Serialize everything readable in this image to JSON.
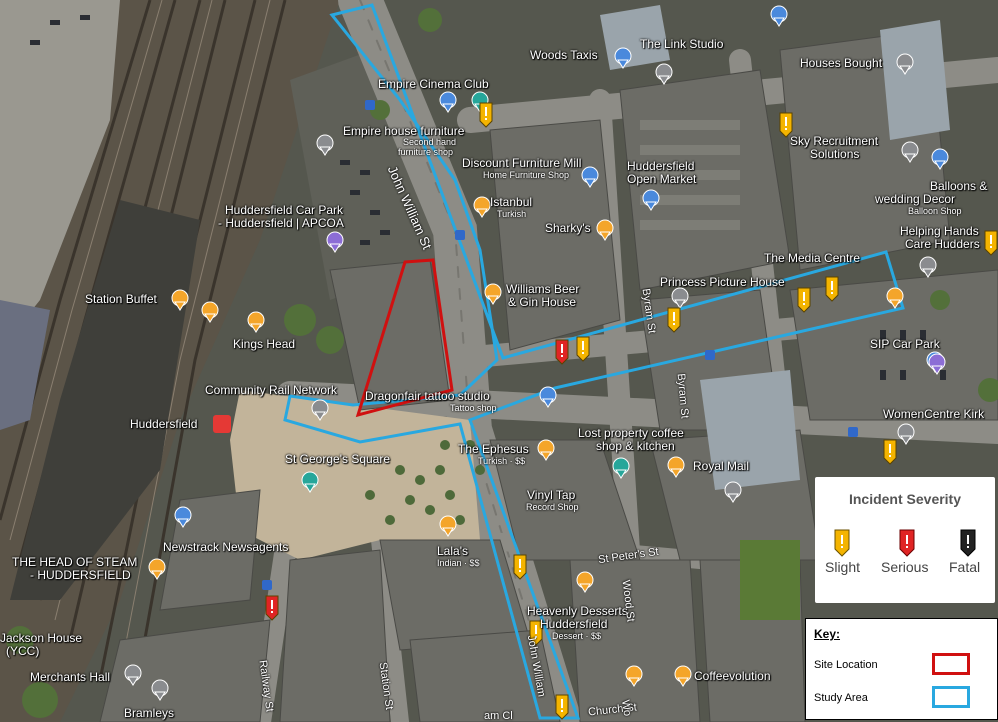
{
  "map": {
    "place_labels": [
      {
        "id": "empire-cinema-club",
        "text": "Empire Cinema Club"
      },
      {
        "id": "woods-taxis",
        "text": "Woods Taxis"
      },
      {
        "id": "the-link-studio",
        "text": "The Link Studio"
      },
      {
        "id": "houses-bought",
        "text": "Houses Bought"
      },
      {
        "id": "empire-house-furniture",
        "text": "Empire house furniture"
      },
      {
        "id": "sky-recruitment",
        "text": "Sky Recruitment"
      },
      {
        "id": "solutions",
        "text": "Solutions"
      },
      {
        "id": "discount-furniture-mill",
        "text": "Discount Furniture Mill"
      },
      {
        "id": "huddersfield-market-1",
        "text": "Huddersfield"
      },
      {
        "id": "huddersfield-market-2",
        "text": "Open Market"
      },
      {
        "id": "istanbul",
        "text": "Istanbul"
      },
      {
        "id": "balloons-1",
        "text": "Balloons &"
      },
      {
        "id": "balloons-2",
        "text": "wedding Decor"
      },
      {
        "id": "car-park-1",
        "text": "Huddersfield Car Park"
      },
      {
        "id": "car-park-2",
        "text": "- Huddersfield | APCOA"
      },
      {
        "id": "sharkys",
        "text": "Sharky's"
      },
      {
        "id": "helping-hands-1",
        "text": "Helping Hands"
      },
      {
        "id": "helping-hands-2",
        "text": "Care Hudders"
      },
      {
        "id": "media-centre",
        "text": "The Media Centre"
      },
      {
        "id": "princess-picture-house",
        "text": "Princess Picture House"
      },
      {
        "id": "station-buffet",
        "text": "Station Buffet"
      },
      {
        "id": "williams-beer-1",
        "text": "Williams Beer"
      },
      {
        "id": "williams-beer-2",
        "text": "& Gin House"
      },
      {
        "id": "kings-head",
        "text": "Kings Head"
      },
      {
        "id": "sip-car-park",
        "text": "SIP Car Park"
      },
      {
        "id": "community-rail",
        "text": "Community Rail Network"
      },
      {
        "id": "huddersfield-station",
        "text": "Huddersfield"
      },
      {
        "id": "dragonfair",
        "text": "Dragonfair tattoo studio"
      },
      {
        "id": "womencentre",
        "text": "WomenCentre Kirk"
      },
      {
        "id": "lost-property-1",
        "text": "Lost property coffee"
      },
      {
        "id": "lost-property-2",
        "text": "shop & kitchen"
      },
      {
        "id": "the-ephesus",
        "text": "The Ephesus"
      },
      {
        "id": "st-georges-square",
        "text": "St George's Square"
      },
      {
        "id": "royal-mail",
        "text": "Royal Mail"
      },
      {
        "id": "vinyl-tap",
        "text": "Vinyl Tap"
      },
      {
        "id": "newstrack",
        "text": "Newstrack Newsagents"
      },
      {
        "id": "lalas",
        "text": "Lala's"
      },
      {
        "id": "head-of-steam-1",
        "text": "THE HEAD OF STEAM"
      },
      {
        "id": "head-of-steam-2",
        "text": "- HUDDERSFIELD"
      },
      {
        "id": "heavenly-1",
        "text": "Heavenly Desserts"
      },
      {
        "id": "heavenly-2",
        "text": "Huddersfield"
      },
      {
        "id": "jackson-house-1",
        "text": "Jackson House"
      },
      {
        "id": "jackson-house-2",
        "text": "(YCC)"
      },
      {
        "id": "merchants-hall",
        "text": "Merchants Hall"
      },
      {
        "id": "coffeevolution",
        "text": "Coffeevolution"
      },
      {
        "id": "bramleys",
        "text": "Bramleys"
      }
    ],
    "sub_labels": [
      {
        "id": "second-hand",
        "text": "Second hand"
      },
      {
        "id": "furniture-shop",
        "text": "furniture shop"
      },
      {
        "id": "home-furniture-shop",
        "text": "Home Furniture Shop"
      },
      {
        "id": "turkish",
        "text": "Turkish"
      },
      {
        "id": "balloon-shop",
        "text": "Balloon Shop"
      },
      {
        "id": "tattoo-shop",
        "text": "Tattoo shop"
      },
      {
        "id": "turkish-ss",
        "text": "Turkish · $$"
      },
      {
        "id": "record-shop",
        "text": "Record Shop"
      },
      {
        "id": "indian-ss",
        "text": "Indian · $$"
      },
      {
        "id": "dessert-ss",
        "text": "Dessert · $$"
      }
    ],
    "street_labels": [
      {
        "id": "john-william-st",
        "text": "John William St"
      },
      {
        "id": "john-william-st-2",
        "text": "John William"
      },
      {
        "id": "byram-st",
        "text": "Byram St"
      },
      {
        "id": "byram-st-2",
        "text": "Byram St"
      },
      {
        "id": "st-peters-st",
        "text": "St Peter's St"
      },
      {
        "id": "wood-st",
        "text": "Wood St"
      },
      {
        "id": "station-st",
        "text": "Station St"
      },
      {
        "id": "railway-st",
        "text": "Railway St"
      },
      {
        "id": "church-st",
        "text": "Church St"
      },
      {
        "id": "kirkgate-fragment",
        "text": "am Cl"
      },
      {
        "id": "wo-fragment",
        "text": "Wo"
      }
    ]
  },
  "legend_severity": {
    "title": "Incident Severity",
    "items": [
      {
        "label": "Slight",
        "color": "#f4b400"
      },
      {
        "label": "Serious",
        "color": "#e02424"
      },
      {
        "label": "Fatal",
        "color": "#222222"
      }
    ]
  },
  "legend_key": {
    "title": "Key:",
    "site_location": {
      "label": "Site Location",
      "color": "#d01010"
    },
    "study_area": {
      "label": "Study Area",
      "color": "#29a8e0"
    }
  }
}
